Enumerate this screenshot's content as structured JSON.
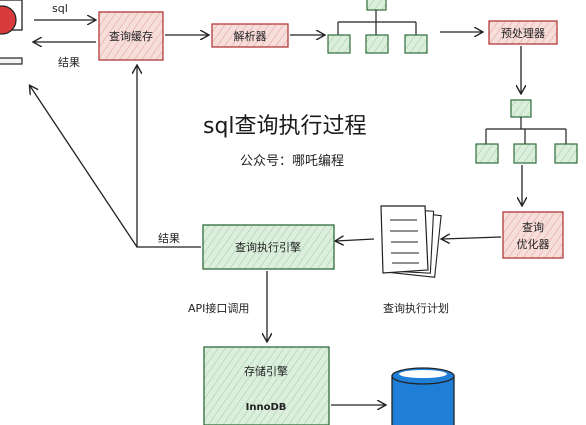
{
  "diagram": {
    "title": "sql查询执行过程",
    "subtitle": "公众号：哪吒编程",
    "nodes": {
      "query_cache": "查询缓存",
      "parser": "解析器",
      "preprocessor": "预处理器",
      "optimizer_line1": "查询",
      "optimizer_line2": "优化器",
      "executor": "查询执行引擎",
      "storage": "存储引擎",
      "innodb": "InnoDB",
      "exec_plan": "查询执行计划"
    },
    "edges": {
      "sql": "sql",
      "result_top": "结果",
      "result_exec": "结果",
      "api_call": "API接口调用"
    },
    "colors": {
      "pink_fill": "#f6d5d2",
      "pink_border": "#b33a3a",
      "green_fill": "#d7ecd8",
      "green_border": "#2f6b3a",
      "db_blue": "#1f7fd6",
      "stroke": "#222222"
    }
  }
}
